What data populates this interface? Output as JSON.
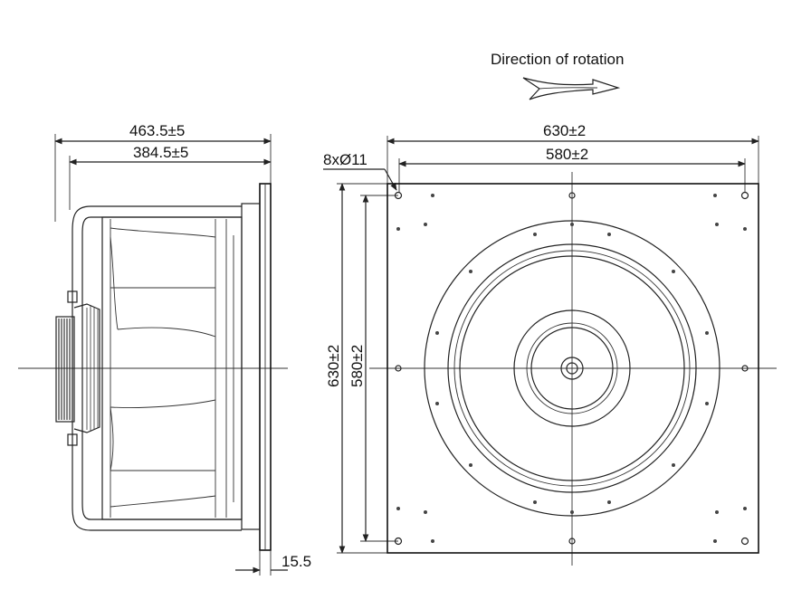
{
  "title": "Direction of rotation",
  "side_view": {
    "overall_length": "463.5±5",
    "body_length": "384.5±5",
    "flange_thickness": "15.5"
  },
  "front_view": {
    "plate_width": "630±2",
    "hole_spacing_horizontal": "580±2",
    "plate_height": "630±2",
    "hole_spacing_vertical": "580±2",
    "mounting_holes": "8xØ11"
  },
  "colors": {
    "line": "#222222",
    "background": "#ffffff"
  },
  "icons": {
    "rotation": "curved-arrow-right-icon"
  }
}
